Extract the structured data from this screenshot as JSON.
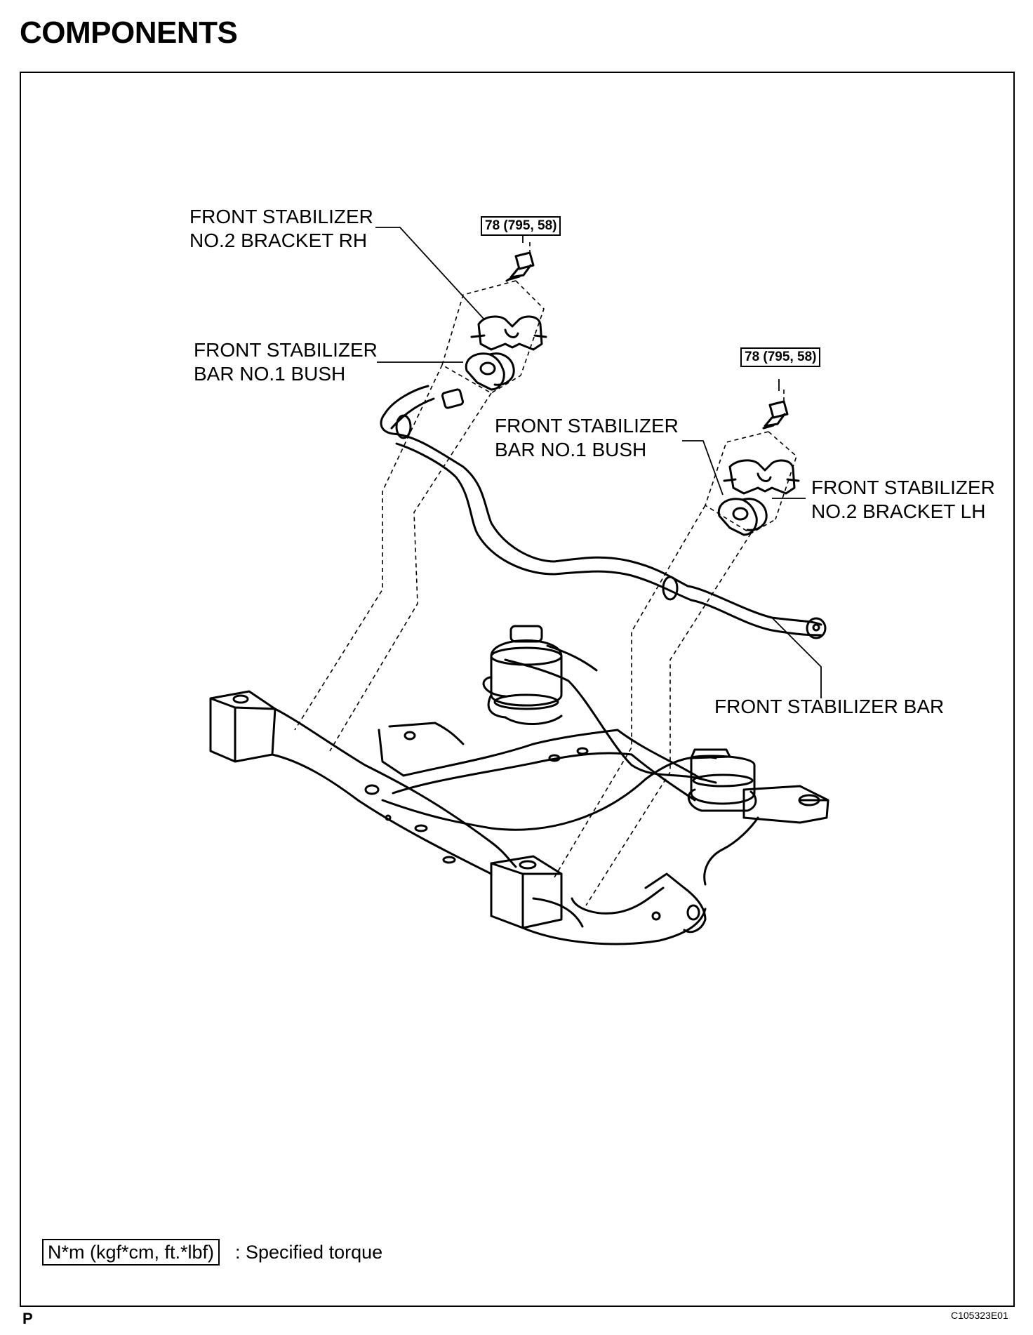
{
  "page": {
    "title": "COMPONENTS",
    "corner_mark": "P",
    "figure_code": "C105323E01"
  },
  "labels": {
    "bracket_rh": [
      "FRONT STABILIZER",
      "NO.2 BRACKET RH"
    ],
    "bush_rh": [
      "FRONT STABILIZER",
      "BAR NO.1 BUSH"
    ],
    "bush_lh": [
      "FRONT STABILIZER",
      "BAR NO.1 BUSH"
    ],
    "bracket_lh": [
      "FRONT STABILIZER",
      "NO.2 BRACKET LH"
    ],
    "stabilizer_bar": "FRONT STABILIZER BAR"
  },
  "torque": {
    "bolt_rh": "78 (795, 58)",
    "bolt_lh": "78 (795, 58)"
  },
  "legend": {
    "unit_box": "N*m (kgf*cm, ft.*lbf)",
    "description": ": Specified torque"
  }
}
